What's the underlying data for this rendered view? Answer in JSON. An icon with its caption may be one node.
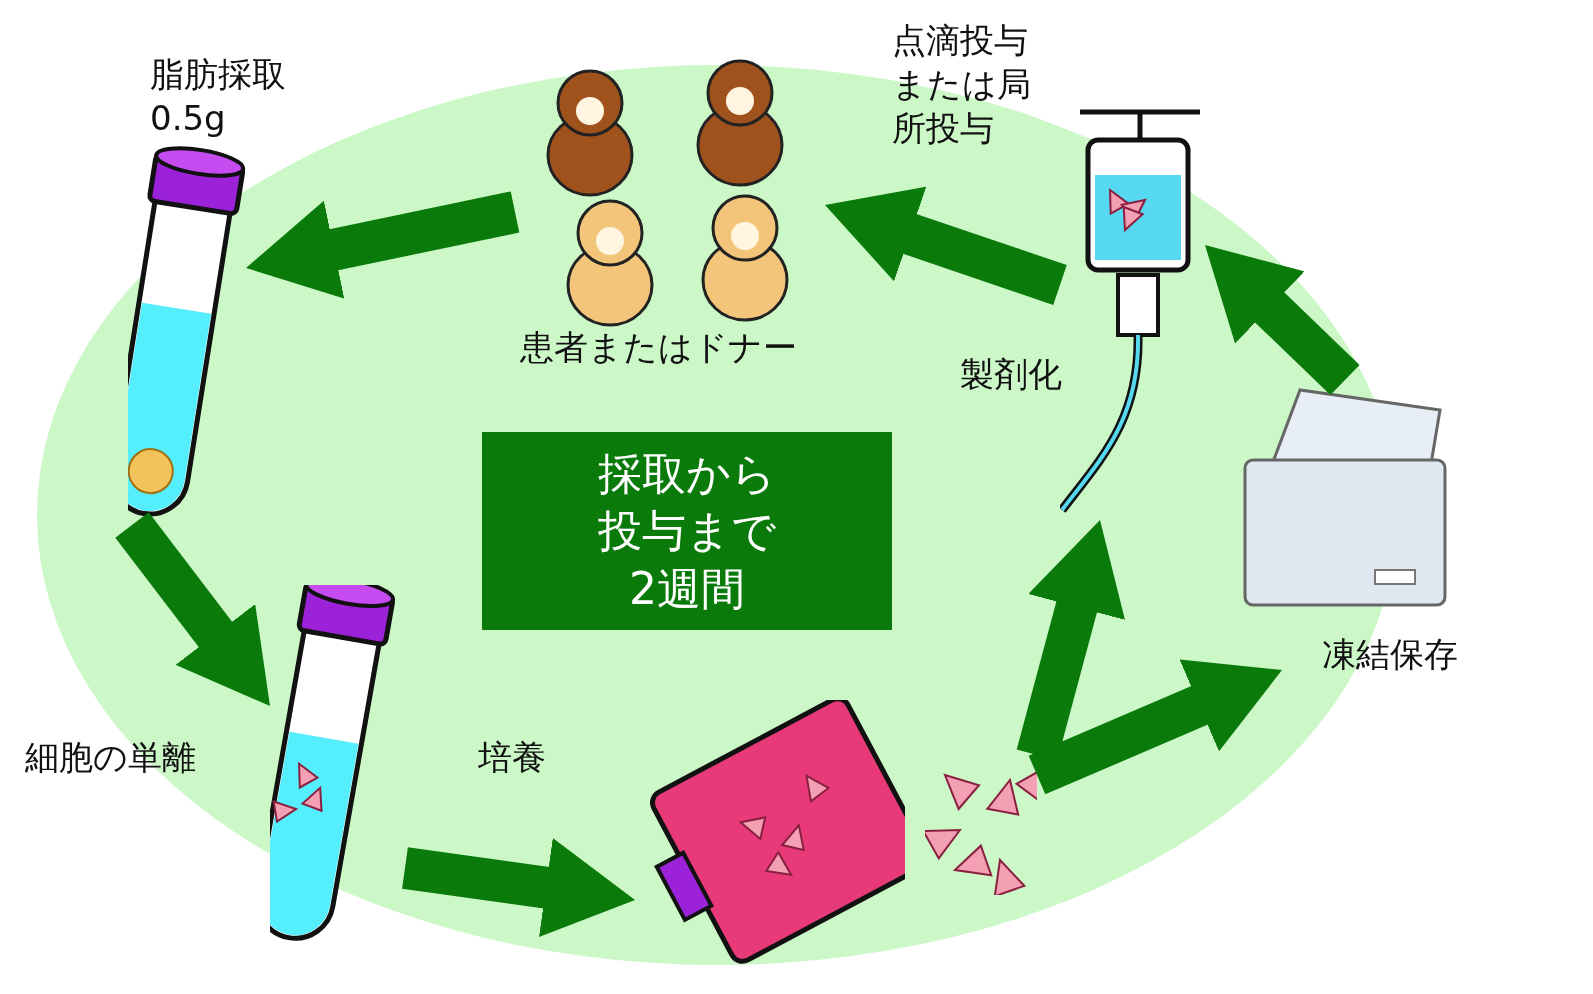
{
  "diagram": {
    "nodes": [
      {
        "text": [
          "患者またはドナー"
        ]
      },
      {
        "text": [
          "脂肪採取 0.5g"
        ]
      },
      {
        "text": [
          "細胞の単離"
        ]
      },
      {
        "text": [],
        "shape": "picture"
      },
      {
        "text": [],
        "shape": "picture"
      },
      {
        "text": [
          "凍結保存"
        ]
      },
      {
        "text": [
          "点滴投与または局所投与"
        ]
      },
      {
        "text": [
          "採取から投与まで2週間"
        ]
      }
    ],
    "edges": [
      {
        "from": 0,
        "to": 1,
        "arrow": "to"
      },
      {
        "from": 1,
        "to": 2,
        "arrow": "to"
      },
      {
        "from": 2,
        "to": 3,
        "arrow": "to",
        "label": "培養"
      },
      {
        "from": 4,
        "to": 5,
        "arrow": "to"
      },
      {
        "from": 4,
        "to": 6,
        "arrow": "to"
      },
      {
        "from": 5,
        "to": 6,
        "arrow": "to"
      },
      {
        "from": 6,
        "to": 0,
        "arrow": "to"
      }
    ],
    "labels": [
      "製剤化"
    ]
  }
}
